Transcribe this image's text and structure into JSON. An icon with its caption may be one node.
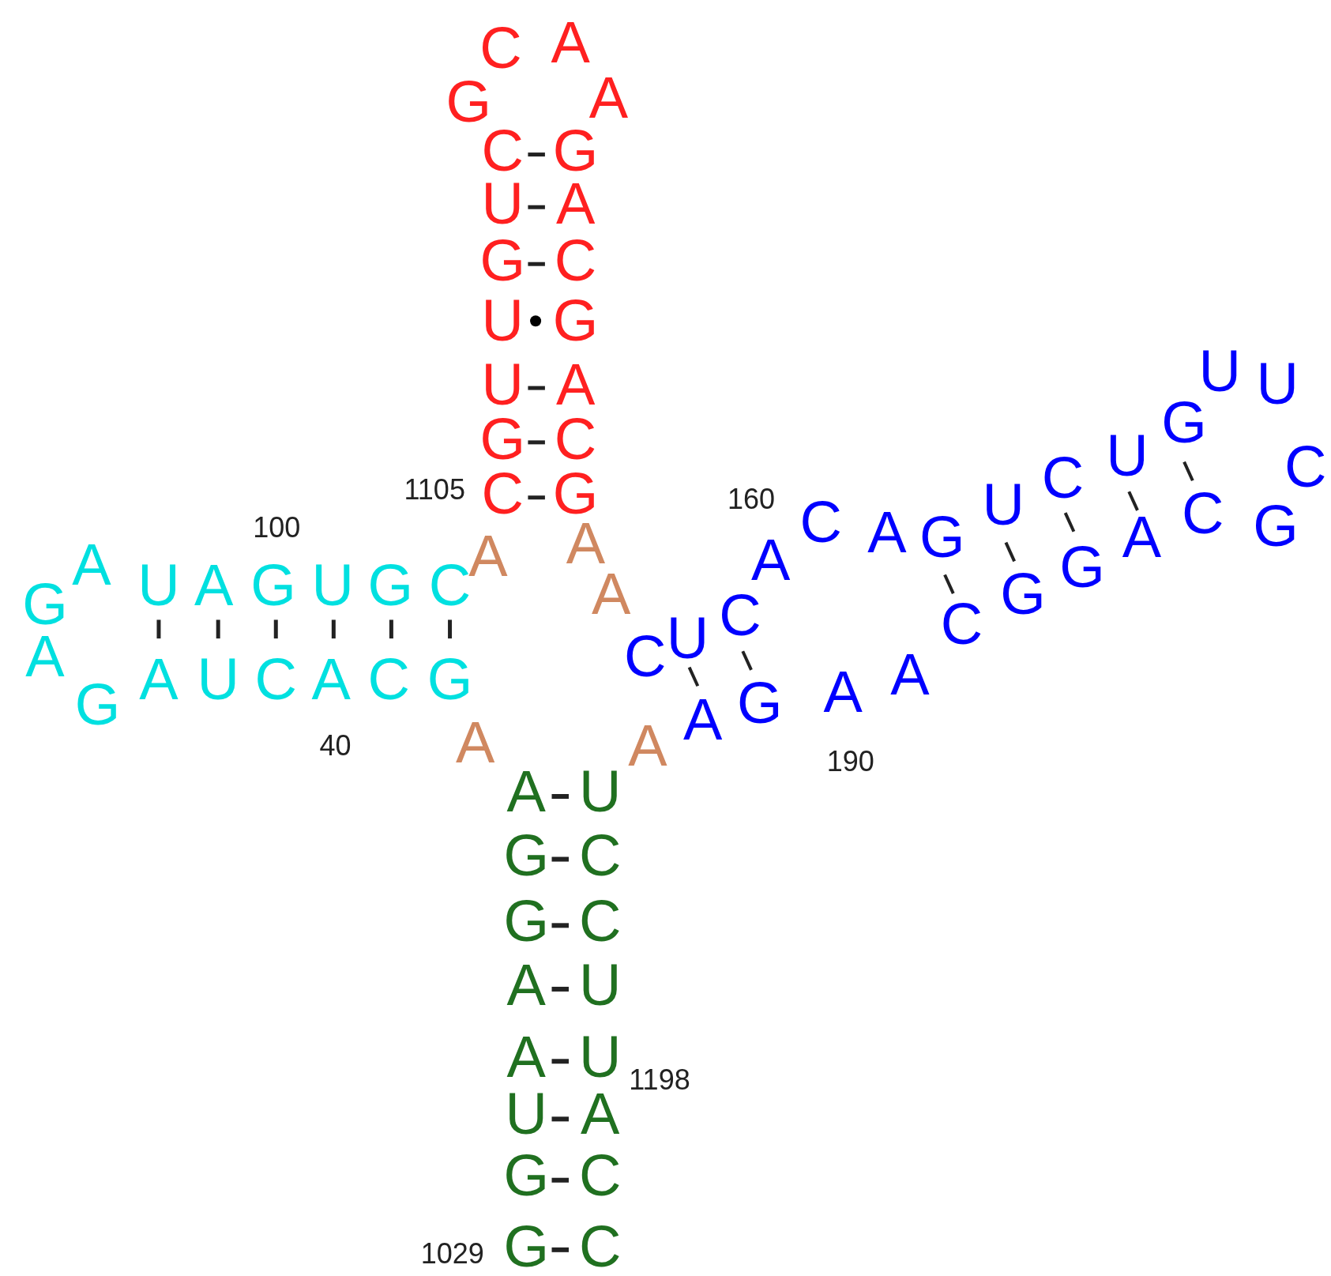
{
  "diagram": {
    "labels": [
      "C",
      "A",
      "G",
      "A",
      "C",
      "G",
      "U",
      "A",
      "G",
      "C",
      "U",
      "G",
      "U",
      "A",
      "U",
      "U",
      "G",
      "C",
      "G",
      "U",
      "C",
      "C",
      "1105",
      "C",
      "G",
      "160",
      "U",
      "100",
      "C",
      "A",
      "G",
      "A",
      "C",
      "G",
      "A",
      "A",
      "A",
      "A",
      "G",
      "G",
      "U",
      "A",
      "G",
      "U",
      "G",
      "C",
      "A",
      "G",
      "C",
      "C",
      "A",
      "C",
      "U",
      "A",
      "U",
      "C",
      "A",
      "C",
      "G",
      "A",
      "A",
      "G",
      "A",
      "G",
      "40",
      "A",
      "A",
      "190",
      "A",
      "U",
      "G",
      "C",
      "G",
      "C",
      "A",
      "U",
      "A",
      "U",
      "1198",
      "U",
      "A",
      "G",
      "C",
      "1029",
      "G",
      "C"
    ]
  }
}
